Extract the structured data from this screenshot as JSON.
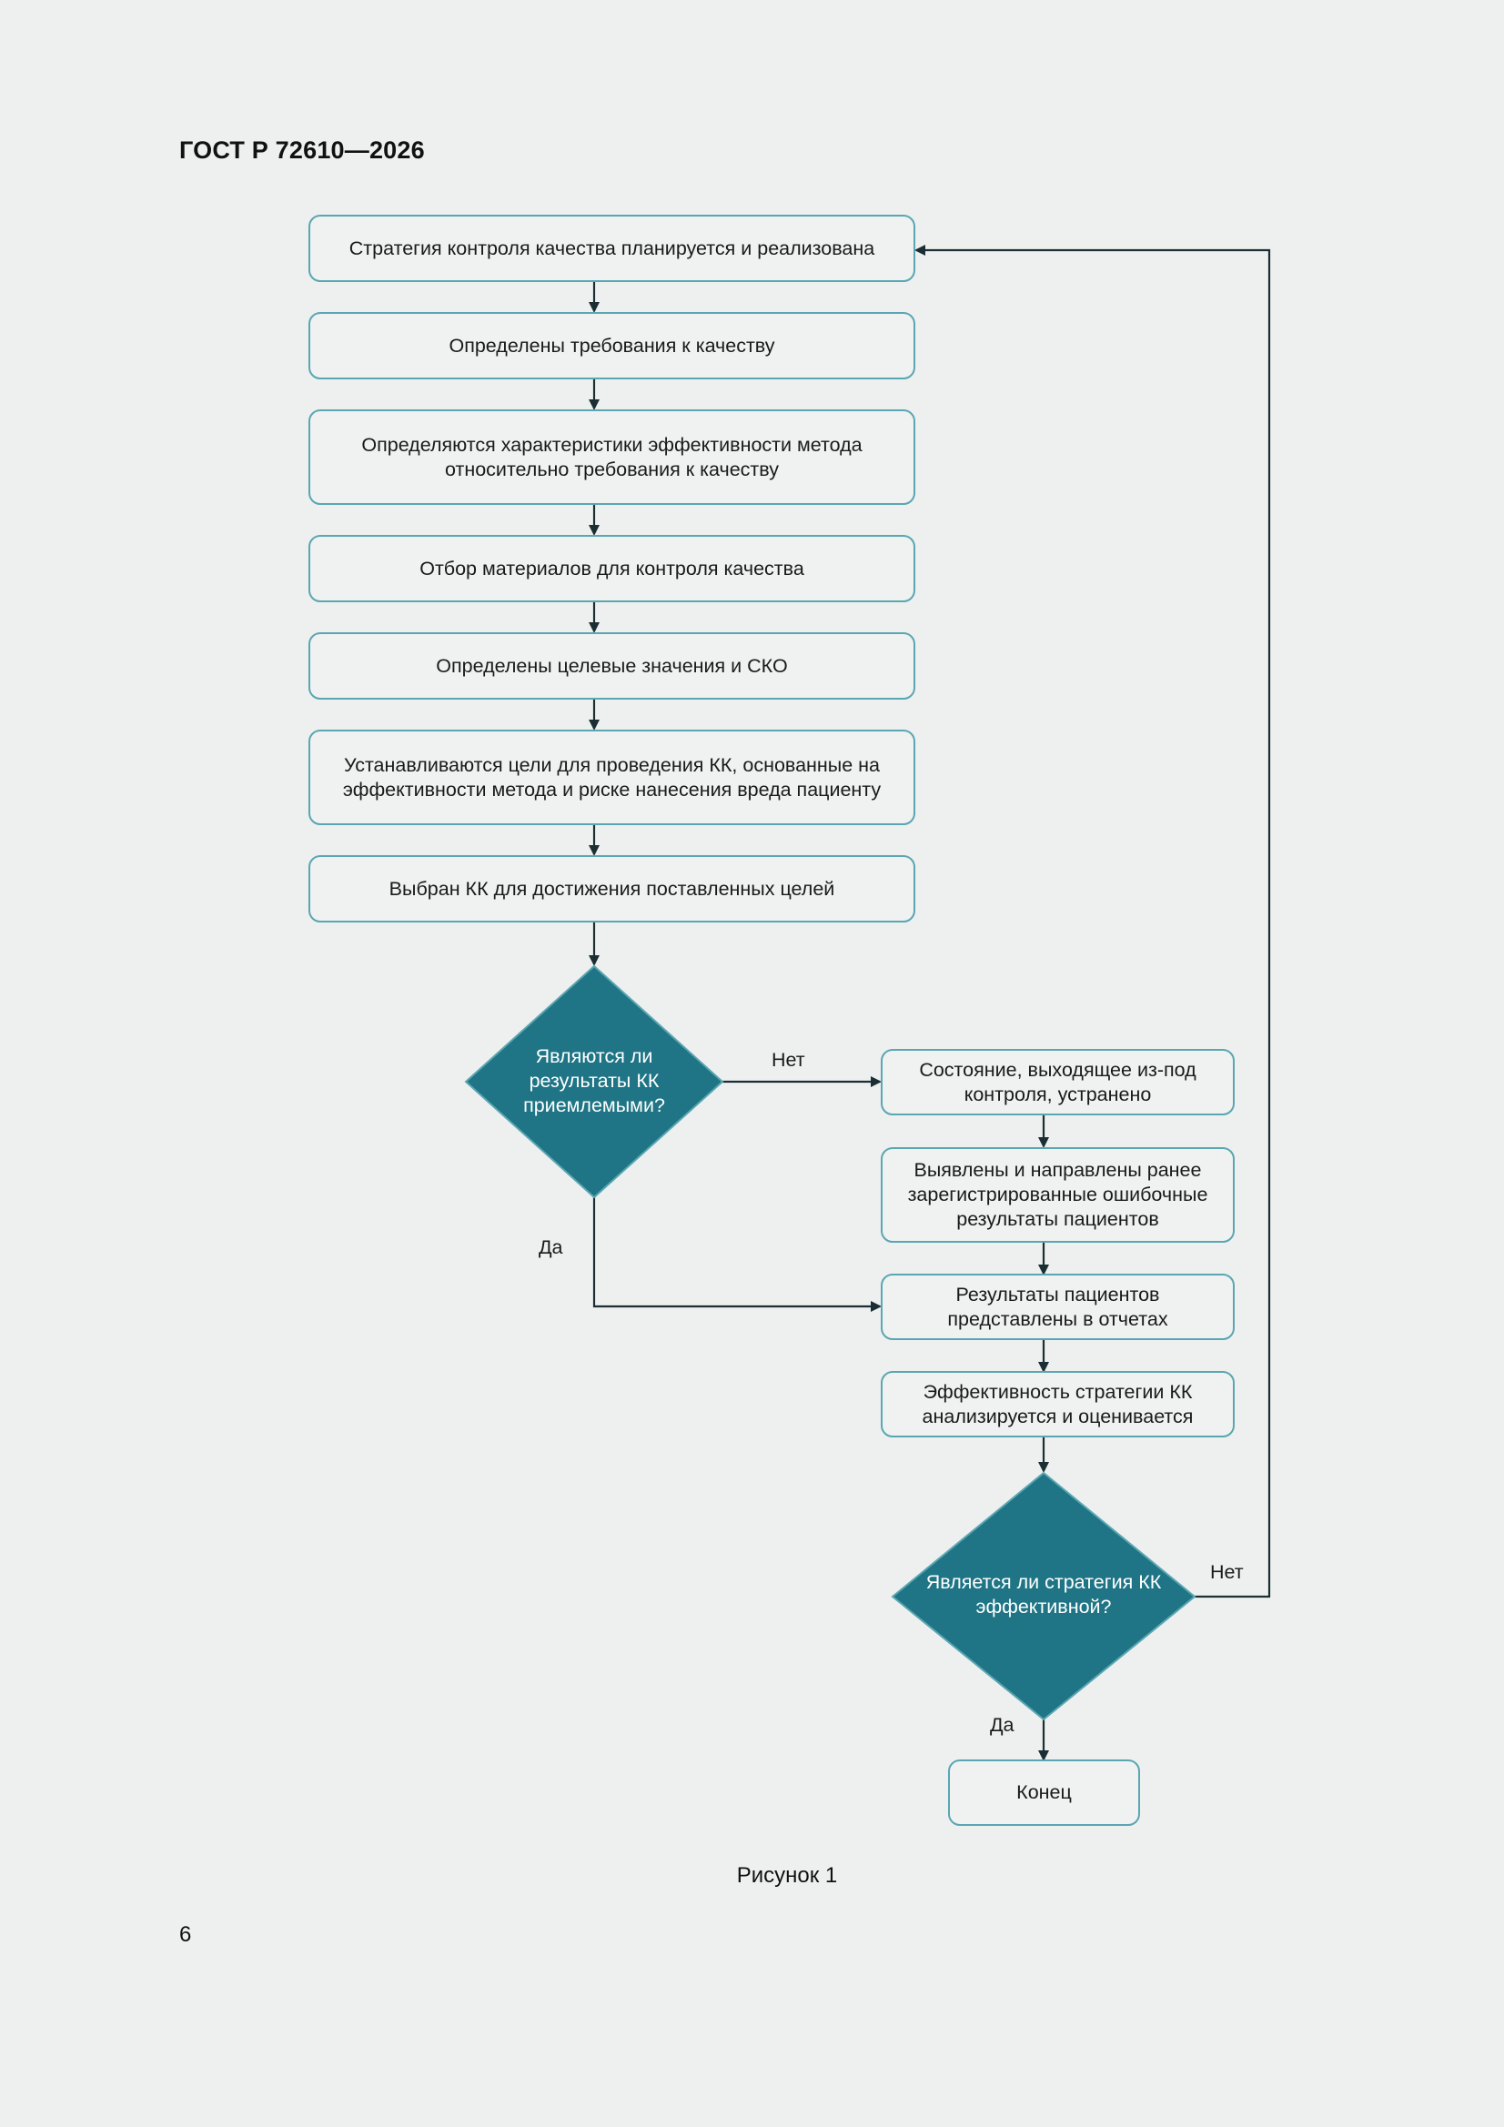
{
  "header": {
    "standard": "ГОСТ Р 72610—2026"
  },
  "flowchart": {
    "steps": [
      "Стратегия контроля качества планируется и реализована",
      "Определены требования к качеству",
      "Определяются характеристики эффективности метода относительно требования к качеству",
      "Отбор материалов для контроля качества",
      "Определены целевые значения и СКО",
      "Устанавливаются цели для проведения КК, основанные на эффективности метода и риске нанесения вреда пациенту",
      "Выбран КК для достижения поставленных целей"
    ],
    "decision_1": "Являются ли результаты КК приемлемыми?",
    "no_branch": [
      "Состояние, выходящее из-под контроля, устранено",
      "Выявлены и направлены ранее зарегистрированные ошибочные результаты пациентов"
    ],
    "after_steps": [
      "Результаты пациентов представлены в отчетах",
      "Эффективность стратегии КК анализируется и оценивается"
    ],
    "decision_2": "Является ли стратегия КК эффективной?",
    "end": "Конец",
    "labels": {
      "no": "Нет",
      "yes": "Да"
    },
    "colors": {
      "box_border": "#5aa6b2",
      "diamond_fill": "#1f7585",
      "arrow": "#1a2e33"
    }
  },
  "caption": "Рисунок 1",
  "page_number": "6"
}
